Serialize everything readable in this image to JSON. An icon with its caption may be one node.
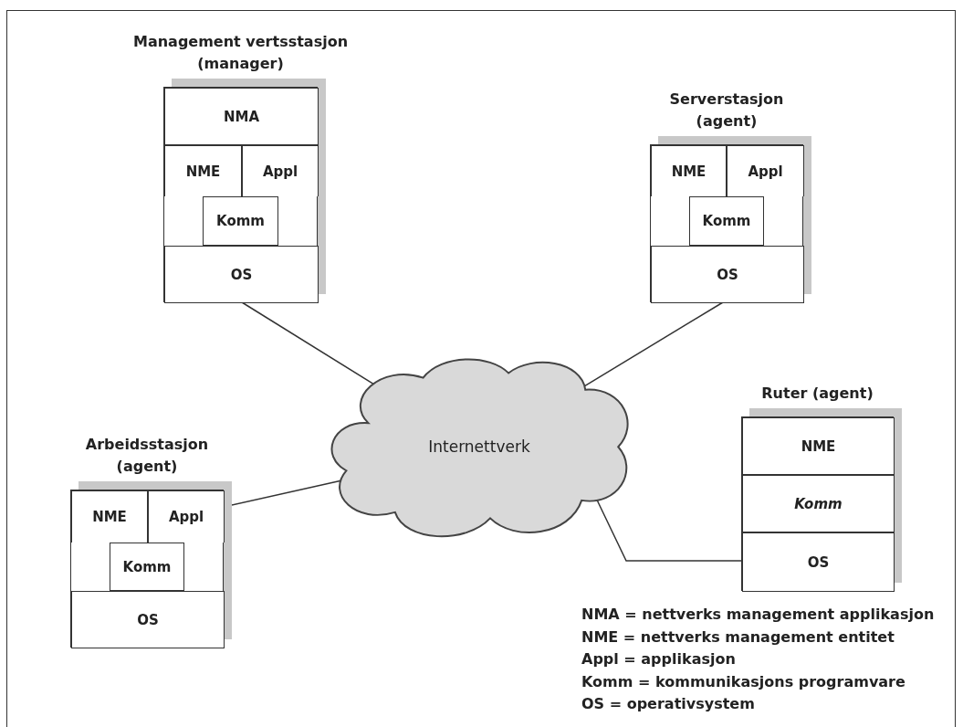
{
  "diagram": {
    "nodes": [
      {
        "text": [
          "Management vertsstasjon (manager)"
        ]
      },
      {
        "text": [
          "NMA"
        ],
        "in": 0
      },
      {
        "text": [
          "NME"
        ],
        "in": 0
      },
      {
        "text": [
          "Appl"
        ],
        "in": 0
      },
      {
        "text": [
          "Komm"
        ],
        "in": 0
      },
      {
        "text": [
          "OS"
        ],
        "in": 0
      },
      {
        "text": [
          "Serverstasjon (agent)"
        ]
      },
      {
        "text": [
          "NME"
        ],
        "in": 6
      },
      {
        "text": [
          "Appl"
        ],
        "in": 6
      },
      {
        "text": [
          "Komm"
        ],
        "in": 6
      },
      {
        "text": [
          "OS"
        ],
        "in": 6
      },
      {
        "text": [
          "Arbeidsstasjon (agent)"
        ]
      },
      {
        "text": [
          "NME"
        ],
        "in": 11
      },
      {
        "text": [
          "Appl"
        ],
        "in": 11
      },
      {
        "text": [
          "Komm"
        ],
        "in": 11
      },
      {
        "text": [
          "OS"
        ],
        "in": 11
      },
      {
        "text": [
          "Internettverk"
        ]
      },
      {
        "text": [
          "Ruter (agent)"
        ]
      },
      {
        "text": [
          "NME"
        ],
        "in": 17
      },
      {
        "text": [
          "*Komm*"
        ],
        "in": 17
      },
      {
        "text": [
          "OS"
        ],
        "in": 17
      }
    ],
    "edges": [
      {
        "from": 0,
        "to": 16,
        "arrow": "none"
      },
      {
        "from": 6,
        "to": 16,
        "arrow": "none"
      },
      {
        "from": 11,
        "to": 16,
        "arrow": "none"
      },
      {
        "from": 16,
        "to": 17,
        "arrow": "none"
      }
    ],
    "labels": [
      "NMA = nettverks management applikasjon",
      "NME = nettverks management entitet",
      "Appl = applikasjon",
      "Komm = kommunikasjons programvare",
      "OS = operativsystem"
    ]
  }
}
